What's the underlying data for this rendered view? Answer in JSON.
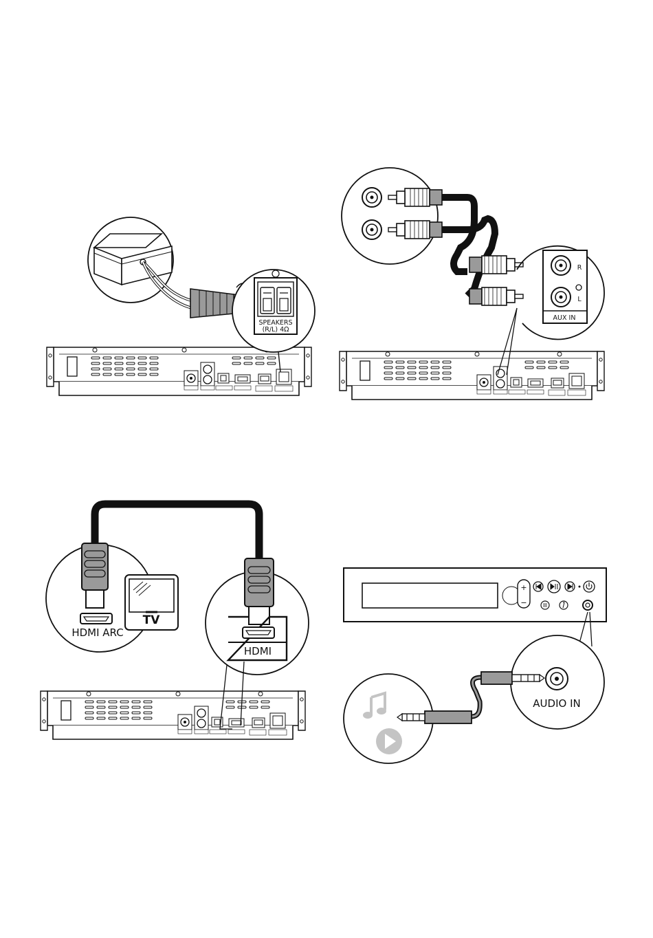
{
  "colors": {
    "stroke": "#111111",
    "cable": "#111111",
    "plug_fill": "#9a9a9a",
    "icon_gray": "#c4c4c4"
  },
  "icons": [
    "music-note-icon",
    "play-icon",
    "power-icon",
    "previous-track-icon",
    "play-pause-icon",
    "next-track-icon",
    "menu-icon",
    "source-icon"
  ],
  "panel1": {
    "speaker_label_line1": "SPEAKERS",
    "speaker_label_line2": "(R/L) 4Ω"
  },
  "panel2": {
    "aux_label": "AUX IN",
    "right_label": "R",
    "left_label": "L"
  },
  "panel3": {
    "hdmi_arc_label": "HDMI ARC",
    "tv_label": "TV",
    "hdmi_label": "HDMI"
  },
  "panel4": {
    "audio_in_label": "AUDIO IN"
  }
}
